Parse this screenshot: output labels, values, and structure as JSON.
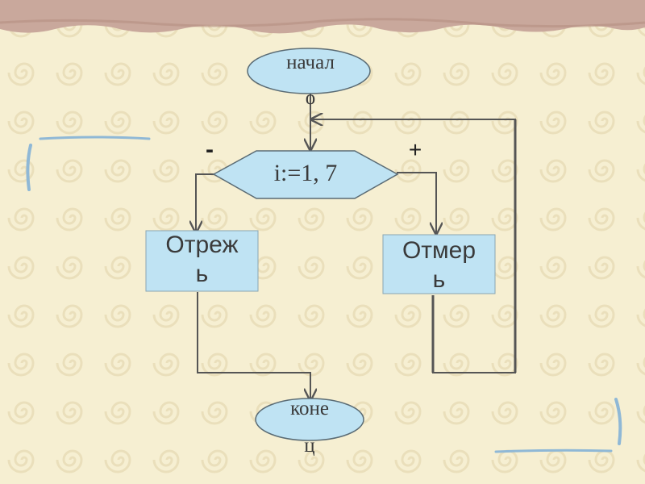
{
  "flowchart": {
    "start_label": "начал\nо",
    "condition_label": "i:=1, 7",
    "branch_no": "-",
    "branch_yes": "+",
    "left_box_label": "Отреж\nь",
    "right_box_label": "Отмер\nь",
    "end_label": "коне\nц"
  },
  "colors": {
    "background": "#f6efd2",
    "swirl": "#eadfbb",
    "top_band": "#c9a89c",
    "shape_fill": "#bfe3f3",
    "shape_stroke": "#5a6b74",
    "line": "#555555",
    "bracket": "#8fb8d6"
  }
}
